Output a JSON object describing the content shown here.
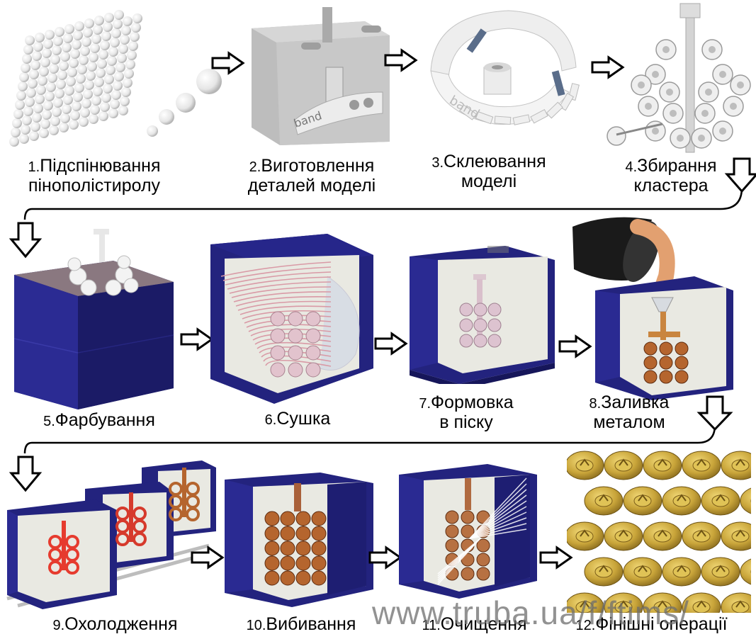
{
  "steps": [
    {
      "num": "1.",
      "line1": "Підспінювання",
      "line2": "пінополістиролу"
    },
    {
      "num": "2.",
      "line1": "Виготовлення",
      "line2": "деталей моделі"
    },
    {
      "num": "3.",
      "line1": "Склеювання",
      "line2": "моделі"
    },
    {
      "num": "4.",
      "line1": "Збирання",
      "line2": "кластера"
    },
    {
      "num": "5.",
      "line1": "Фарбування",
      "line2": ""
    },
    {
      "num": "6.",
      "line1": "Сушка",
      "line2": ""
    },
    {
      "num": "7.",
      "line1": "Формовка",
      "line2": "в піску"
    },
    {
      "num": "8.",
      "line1": "Заливка",
      "line2": "металом"
    },
    {
      "num": "9.",
      "line1": "Охолодження",
      "line2": ""
    },
    {
      "num": "10.",
      "line1": "Вибивання",
      "line2": ""
    },
    {
      "num": "11.",
      "line1": "Очищення",
      "line2": ""
    },
    {
      "num": "12.",
      "line1": "Фінішні операції",
      "line2": ""
    }
  ],
  "model_label": "band",
  "watermark": "www.truba.ua/f/ftims/",
  "colors": {
    "box": "#2a2a8c",
    "box_dark": "#1d1d6b",
    "sand": "#e9e8dc",
    "foam": "#e8e8e8",
    "metal": "#b5652e",
    "gold": "#c9a53a"
  }
}
